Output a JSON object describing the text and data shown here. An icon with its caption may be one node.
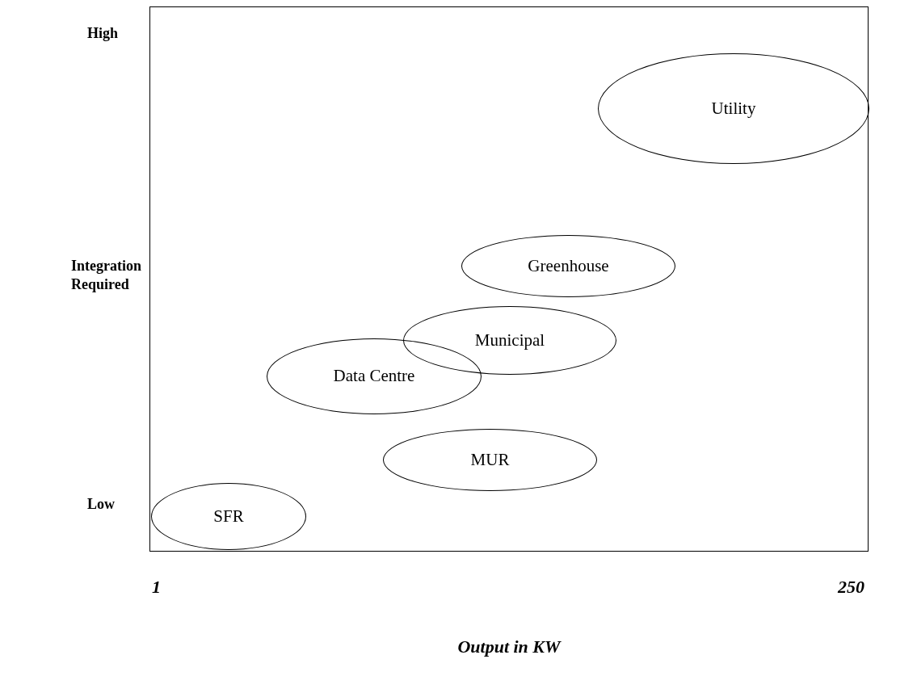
{
  "diagram": {
    "nodes": [
      {
        "text": [],
        "shape": "box"
      },
      {
        "text": [
          "Utility"
        ],
        "in": 0
      },
      {
        "text": [
          "Greenhouse"
        ],
        "in": 0
      },
      {
        "text": [
          "Municipal"
        ],
        "in": 0
      },
      {
        "text": [
          "Data Centre"
        ],
        "in": 0
      },
      {
        "text": [
          "MUR"
        ],
        "in": 0
      },
      {
        "text": [
          "SFR"
        ],
        "in": 0
      }
    ],
    "edges": [],
    "labels": [
      "High",
      "Integration Required",
      "Low",
      "1",
      "250",
      "Output in KW"
    ]
  }
}
